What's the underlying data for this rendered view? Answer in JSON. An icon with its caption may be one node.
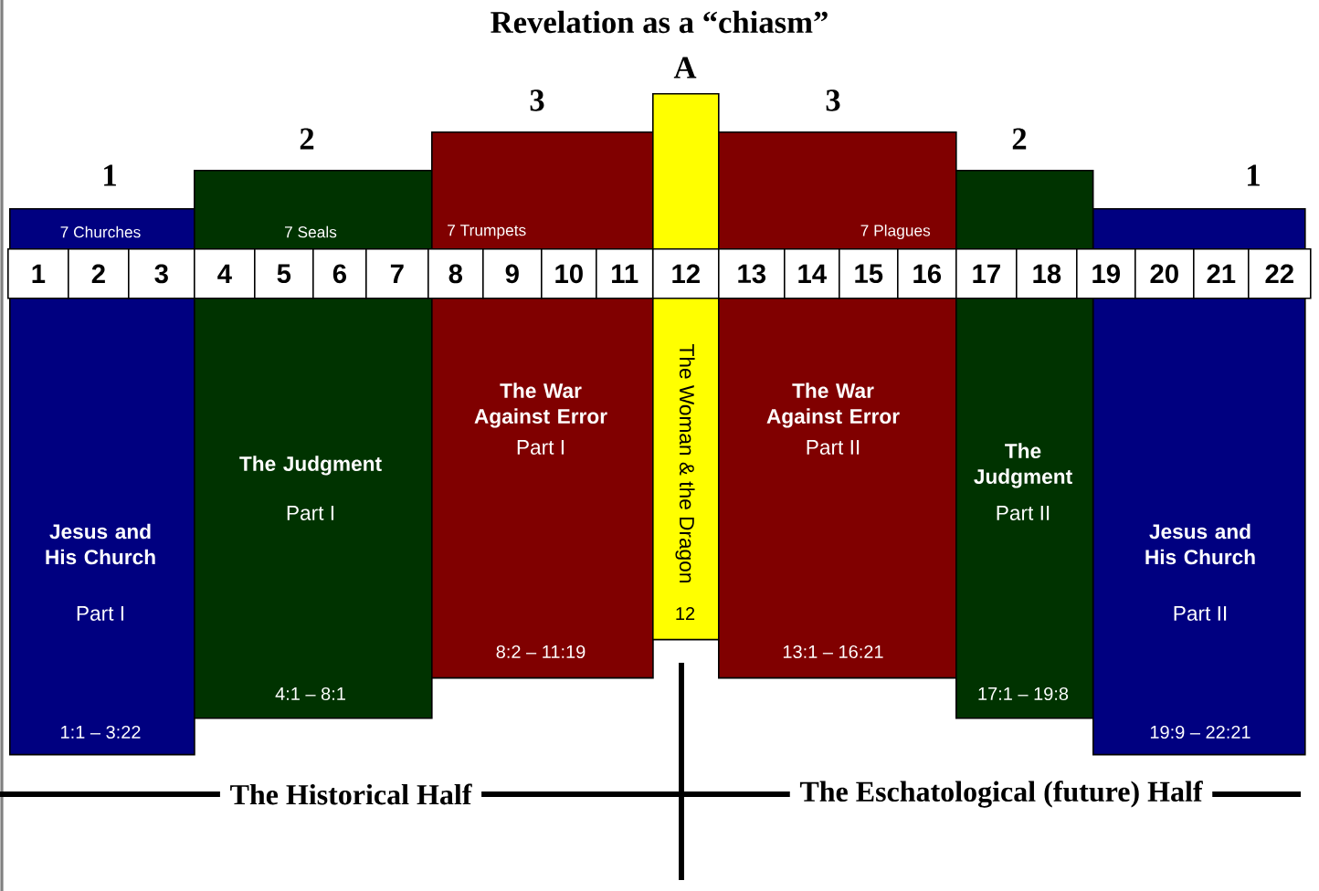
{
  "diagram": {
    "title": "Revelation as a “chiasm”",
    "nodes": [
      {
        "text": [
          "1",
          "7 Churches",
          "Jesus and His Church",
          "Part I",
          "1:1 – 3:22"
        ]
      },
      {
        "text": [
          "2",
          "7 Seals",
          "The Judgment",
          "Part I",
          "4:1 – 8:1"
        ]
      },
      {
        "text": [
          "3",
          "7 Trumpets",
          "The War Against Error",
          "Part I",
          "8:2 – 11:19"
        ]
      },
      {
        "text": [
          "A",
          "The Woman & the Dragon",
          "12"
        ]
      },
      {
        "text": [
          "3",
          "7 Plagues",
          "The War Against Error",
          "Part II",
          "13:1 – 16:21"
        ]
      },
      {
        "text": [
          "2",
          "The Judgment",
          "Part II",
          "17:1 – 19:8"
        ]
      },
      {
        "text": [
          "1",
          "Jesus and His Church",
          "Part II",
          "19:9 – 22:21"
        ]
      }
    ],
    "labels": [
      "1",
      "2",
      "3",
      "4",
      "5",
      "6",
      "7",
      "8",
      "9",
      "10",
      "11",
      "12",
      "13",
      "14",
      "15",
      "16",
      "17",
      "18",
      "19",
      "20",
      "21",
      "22",
      "The Historical Half",
      "The Eschatological (future) Half"
    ]
  }
}
